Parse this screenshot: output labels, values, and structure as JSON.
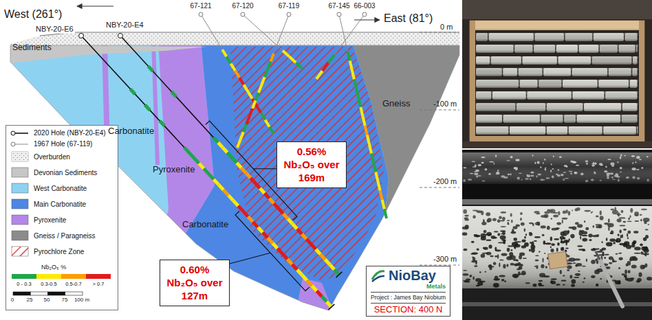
{
  "diagram": {
    "nodes": [
      {
        "text": [
          "0.56% Nb₂O₅ over 169m"
        ]
      },
      {
        "text": [
          "0.60% Nb₂O₅ over 127m"
        ]
      },
      {
        "text": [
          "NioBay",
          "Metals",
          "Project : James Bay Niobium",
          "SECTION: 400 N"
        ]
      }
    ],
    "labels": [
      "West (261°)",
      "East (81°)",
      "NBY-20-E6",
      "NBY-20-E4",
      "67-121",
      "67-120",
      "67-119",
      "67-145",
      "66-003",
      "0 m",
      "-100 m",
      "-200 m",
      "-300 m",
      "Sediments",
      "Carbonatite",
      "Pyroxenite",
      "Gneiss",
      "Carbonatite",
      "Nb₂O₅ %",
      "0",
      "25",
      "50",
      "75",
      "100 m"
    ],
    "legend": [
      {
        "text": "2020 Hole (NBY-20-E4)"
      },
      {
        "text": "1967 Hole (67-119)"
      },
      {
        "text": "Overburden"
      },
      {
        "text": "Devonian Sediments",
        "color": "#c6c6c6"
      },
      {
        "text": "West Carbonatite",
        "color": "#8ed2f2"
      },
      {
        "text": "Main Carbonatite",
        "color": "#4d87e3"
      },
      {
        "text": "Pyroxenite",
        "color": "#b387e8"
      },
      {
        "text": "Gneiss / Paragneiss",
        "color": "#8b8b8b"
      },
      {
        "text": "Pyrochlore Zone"
      },
      {
        "text": "0 - 0.3",
        "color": "#1fa64a"
      },
      {
        "text": "0.3-0.5",
        "color": "#ffea00"
      },
      {
        "text": "0.5-0.7",
        "color": "#ff9c00"
      },
      {
        "text": "> 0.7",
        "color": "#e31a1a"
      }
    ]
  }
}
